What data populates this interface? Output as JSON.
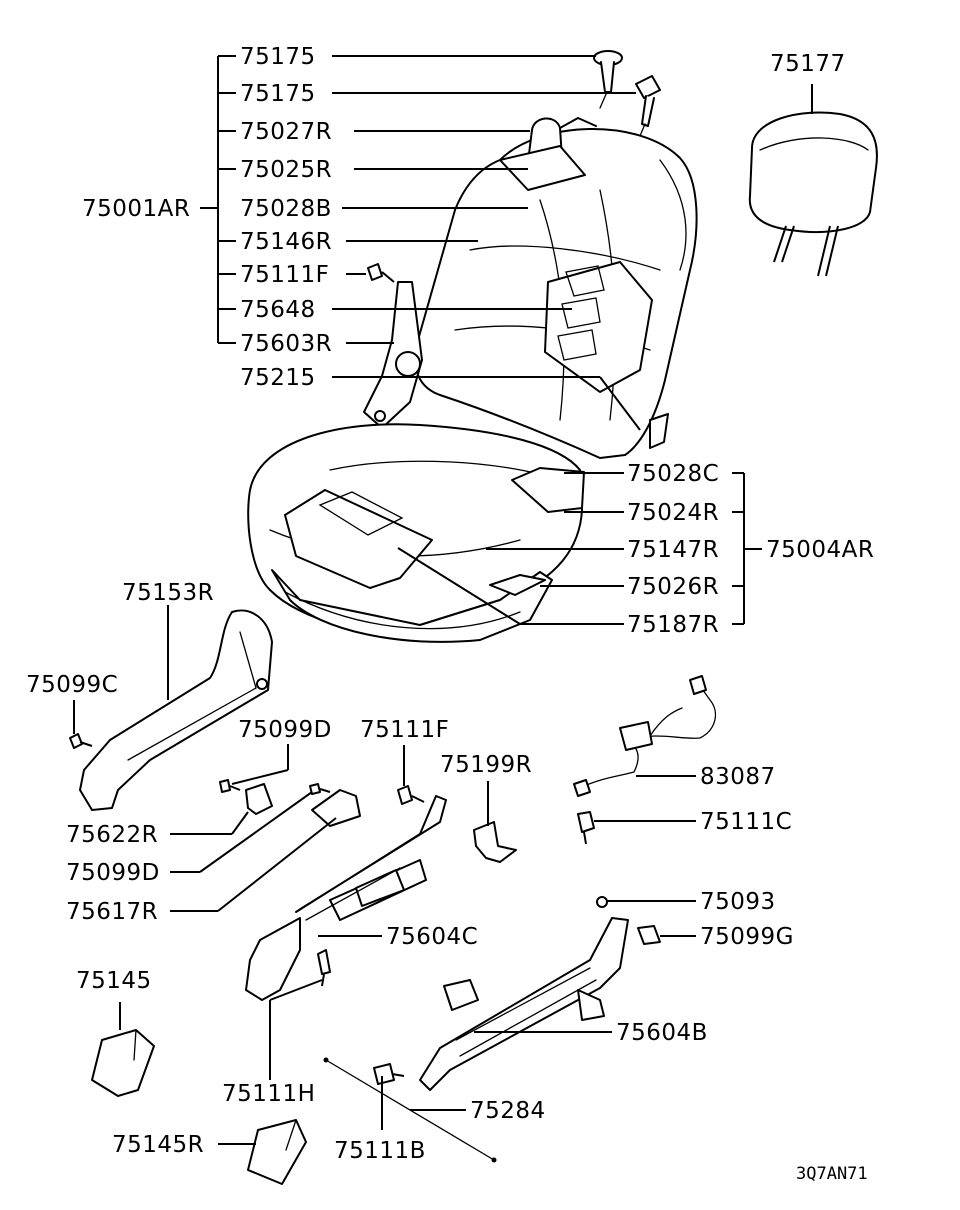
{
  "diagram_code": "3Q7AN71",
  "labels": {
    "p75175a": "75175",
    "p75175b": "75175",
    "p75027R": "75027R",
    "p75025R": "75025R",
    "p75001AR": "75001AR",
    "p75028B": "75028B",
    "p75146R": "75146R",
    "p75111F_top": "75111F",
    "p75648": "75648",
    "p75603R": "75603R",
    "p75215": "75215",
    "p75177": "75177",
    "p75028C": "75028C",
    "p75024R": "75024R",
    "p75147R": "75147R",
    "p75004AR": "75004AR",
    "p75026R": "75026R",
    "p75187R": "75187R",
    "p75153R": "75153R",
    "p75099C": "75099C",
    "p75099D_a": "75099D",
    "p75111F_mid": "75111F",
    "p75199R": "75199R",
    "p83087": "83087",
    "p75111C": "75111C",
    "p75622R": "75622R",
    "p75099D_b": "75099D",
    "p75617R": "75617R",
    "p75604C": "75604C",
    "p75093": "75093",
    "p75099G": "75099G",
    "p75145": "75145",
    "p75604B": "75604B",
    "p75111H": "75111H",
    "p75284": "75284",
    "p75145R": "75145R",
    "p75111B": "75111B"
  }
}
